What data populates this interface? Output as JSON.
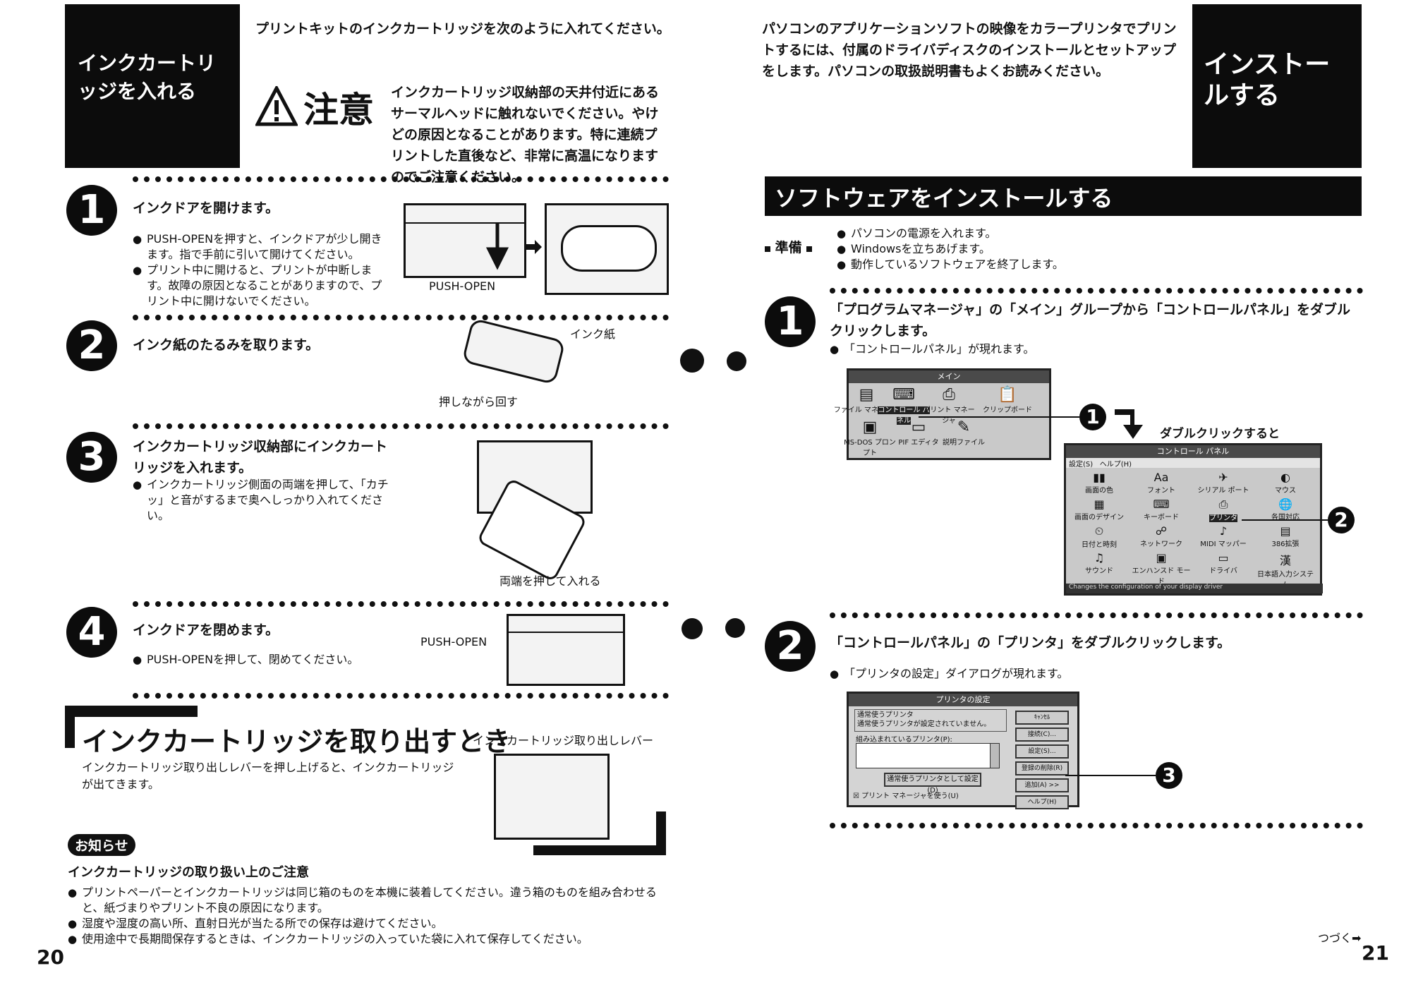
{
  "left": {
    "header_box": "インクカートリッジを入れる",
    "intro": "プリントキットのインクカートリッジを次のように入れてください。",
    "caution": {
      "label": "注意",
      "text": "インクカートリッジ収納部の天井付近にあるサーマルヘッドに触れないでください。やけどの原因となることがあります。特に連続プリントした直後など、非常に高温になりますのでご注意ください。"
    },
    "steps": [
      {
        "num": "1",
        "title": "インクドアを開けます。",
        "bullets": [
          "PUSH-OPENを押すと、インクドアが少し開きます。指で手前に引いて開けてください。",
          "プリント中に開けると、プリントが中断します。故障の原因となることがありますので、プリント中に開けないでください。"
        ],
        "label": "PUSH-OPEN"
      },
      {
        "num": "2",
        "title": "インク紙のたるみを取ります。",
        "label_a": "インク紙",
        "label_b": "押しながら回す"
      },
      {
        "num": "3",
        "title": "インクカートリッジ収納部にインクカートリッジを入れます。",
        "bullets": [
          "インクカートリッジ側面の両端を押して、「カチッ」と音がするまで奥へしっかり入れてください。"
        ],
        "label": "両端を押して入れる"
      },
      {
        "num": "4",
        "title": "インクドアを閉めます。",
        "bullets": [
          "PUSH-OPENを押して、閉めてください。"
        ],
        "label": "PUSH-OPEN"
      }
    ],
    "remove": {
      "heading": "インクカートリッジを取り出すとき",
      "lever_label": "インクカートリッジ取り出しレバー",
      "text": "インクカートリッジ取り出しレバーを押し上げると、インクカートリッジが出てきます。"
    },
    "notice": {
      "badge": "お知らせ",
      "heading": "インクカートリッジの取り扱い上のご注意",
      "bullets": [
        "プリントペーパーとインクカートリッジは同じ箱のものを本機に装着してください。違う箱のものを組み合わせると、紙づまりやプリント不良の原因になります。",
        "湿度や湿度の高い所、直射日光が当たる所での保存は避けてください。",
        "使用途中で長期間保存するときは、インクカートリッジの入っていた袋に入れて保存してください。"
      ]
    },
    "page_number": "20"
  },
  "right": {
    "intro": "パソコンのアプリケーションソフトの映像をカラープリンタでプリントするには、付属のドライバディスクのインストールとセットアップをします。パソコンの取扱説明書もよくお読みください。",
    "header_box": "インストールする",
    "section_title": "ソフトウェアをインストールする",
    "prep": {
      "label": "準備",
      "bullets": [
        "パソコンの電源を入れます。",
        "Windowsを立ちあげます。",
        "動作しているソフトウェアを終了します。"
      ]
    },
    "steps": [
      {
        "num": "1",
        "title": "「プログラムマネージャ」の「メイン」グループから「コントロールパネル」をダブルクリックします。",
        "bullets": [
          "「コントロールパネル」が現れます。"
        ],
        "arrow_text": "ダブルクリックすると"
      },
      {
        "num": "2",
        "title": "「コントロールパネル」の「プリンタ」をダブルクリックします。",
        "bullets": [
          "「プリンタの設定」ダイアログが現れます。"
        ]
      }
    ],
    "main_window": {
      "title": "メイン",
      "icons": [
        "ファイル マネージャ",
        "コントロール パネル",
        "プリント マネージャ",
        "クリップボード",
        "MS-DOS プロンプト",
        "PIF エディタ",
        "説明ファイル"
      ]
    },
    "control_panel": {
      "title": "コントロール パネル",
      "menu": [
        "設定(S)",
        "ヘルプ(H)"
      ],
      "icons": [
        "画面の色",
        "フォント",
        "シリアル ポート",
        "マウス",
        "画面のデザイン",
        "キーボード",
        "プリンタ",
        "各国対応",
        "日付と時刻",
        "ネットワーク",
        "MIDI マッパー",
        "386拡張",
        "サウンド",
        "エンハンスド モード",
        "ドライバ",
        "日本語入力システム"
      ],
      "status": "Changes the configuration of your display driver"
    },
    "printer_dialog": {
      "title": "プリンタの設定",
      "default_label": "通常使うプリンタ",
      "default_value": "通常使うプリンタが設定されていません。",
      "installed_label": "組み込まれているプリンタ(P):",
      "set_default_btn": "通常使うプリンタとして設定(D)",
      "checkbox": "プリント マネージャを使う(U)",
      "buttons": [
        "ｷｬﾝｾﾙ",
        "接続(C)...",
        "設定(S)...",
        "登録の削除(R)",
        "追加(A) >>",
        "ヘルプ(H)"
      ]
    },
    "markers": [
      "1",
      "2",
      "3"
    ],
    "continued": "つづく➡",
    "page_number": "21"
  }
}
